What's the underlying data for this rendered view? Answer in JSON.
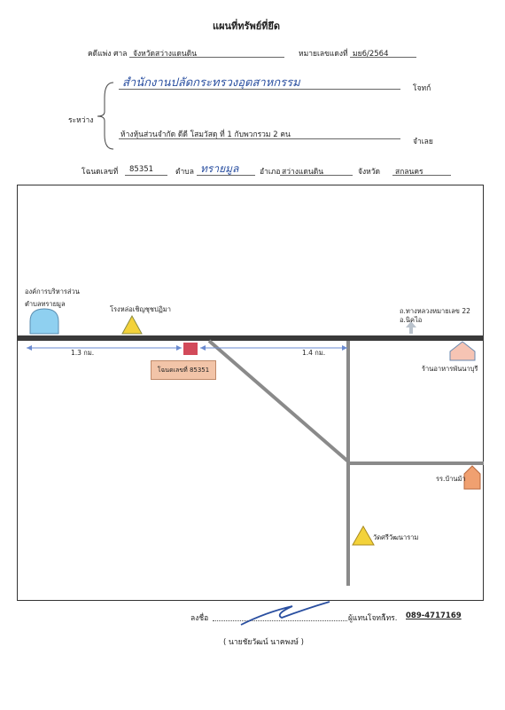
{
  "header": {
    "title": "แผนที่ทรัพย์ที่ยึด",
    "case_label": "คดีแพ่ง ศาล",
    "court": "จังหวัดสว่างแดนดิน",
    "case_no_label": "หมายเลขแดงที่",
    "case_no": "มย6/2564"
  },
  "parties": {
    "between_label": "ระหว่าง",
    "plaintiff_handwritten": "สำนักงานปลัดกระทรวงอุตสาหกรรม",
    "plaintiff_role": "โจทก์",
    "defendant": "ห้างหุ้นส่วนจำกัด ดีดี โสมวัสดุ ที่ 1 กับพวกรวม 2 คน",
    "defendant_role": "จำเลย"
  },
  "deed": {
    "deed_label": "โฉนดเลขที่",
    "deed_no": "85351",
    "subdistrict_label": "ตำบล",
    "subdistrict_handwritten": "ทรายมูล",
    "district_label": "อำเภอ",
    "district": "สว่างแดนดิน",
    "province_label": "จังหวัด",
    "province": "สกลนคร"
  },
  "map": {
    "landmarks": {
      "sao": "องค์การบริหารส่วนตำบลทรายมูล",
      "factory": "โรงหล่อเชิญชุชปฏิมา",
      "highway": "ถ.ทางหลวงหมายเลข 22",
      "direction": "อ.นิคไอ",
      "shop": "ร้านอาหารพันนาบุรี",
      "school": "รร.บ้านม้า",
      "temple": "วัดศรีวัฒนาราม"
    },
    "distance_left": "1.3 กม.",
    "distance_right": "1.4 กม.",
    "deed_tag": "โฉนดเลขที่ 85351"
  },
  "signature": {
    "sign_label": "ลงชื่อ",
    "role": "ผู้แทนโจทก์",
    "phone_label": "โทร.",
    "phone": "089-4717169",
    "name": "( นายชัยวัฒน์  นาคพงษ์ )"
  },
  "colors": {
    "road": "#3a3a3a",
    "side_road": "#8a8a8a",
    "blue_mark": "#8fd0f0",
    "yellow_mark": "#f3d23a",
    "pink_mark": "#f6c4b4",
    "orange_mark": "#f0a070",
    "red_mark": "#d24a5a"
  }
}
